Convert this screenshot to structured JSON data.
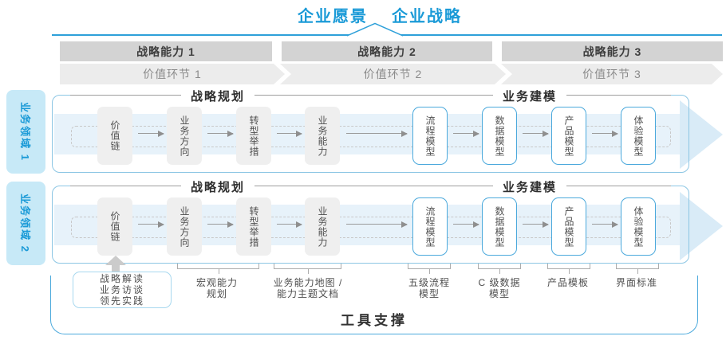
{
  "title": {
    "vision": "企业愿景",
    "strategy": "企业战略"
  },
  "capability_bands": [
    {
      "label": "战略能力 1"
    },
    {
      "label": "战略能力 2"
    },
    {
      "label": "战略能力 3"
    }
  ],
  "value_chain_bands": [
    {
      "label": "价值环节 1"
    },
    {
      "label": "价值环节 2"
    },
    {
      "label": "价值环节 3"
    }
  ],
  "domains": [
    {
      "label": "业务领域 1"
    },
    {
      "label": "业务领域 2"
    }
  ],
  "rows": [
    {
      "planning_header": "战略规划",
      "modeling_header": "业务建模",
      "boxes": [
        "价值链",
        "业务方向",
        "转型举措",
        "业务能力",
        "流程模型",
        "数据模型",
        "产品模型",
        "体验模型"
      ]
    },
    {
      "planning_header": "战略规划",
      "modeling_header": "业务建模",
      "boxes": [
        "价值链",
        "业务方向",
        "转型举措",
        "业务能力",
        "流程模型",
        "数据模型",
        "产品模型",
        "体验模型"
      ]
    }
  ],
  "source_box": {
    "lines": [
      "战略解读",
      "业务访谈",
      "领先实践"
    ]
  },
  "annotations": [
    {
      "label": "宏观能力\n规划"
    },
    {
      "label": "业务能力地图 /\n能力主题文档"
    },
    {
      "label": "五级流程\n模型"
    },
    {
      "label": "C 级数据\n模型"
    },
    {
      "label": "产品模板"
    },
    {
      "label": "界面标准"
    }
  ],
  "tool_support_label": "工具支撑",
  "colors": {
    "accent_blue": "#1A9AD7",
    "frame_border": "#8CC6E4",
    "strong_border": "#4BA9DC",
    "flow_band": "#E7F2FA",
    "arrow_head": "#D9EBF7",
    "capability_band": "#D3D3D3",
    "value_band": "#ECECEC",
    "box_gray": "#EFEFEF",
    "domain_fill": "#C7E9F7"
  }
}
